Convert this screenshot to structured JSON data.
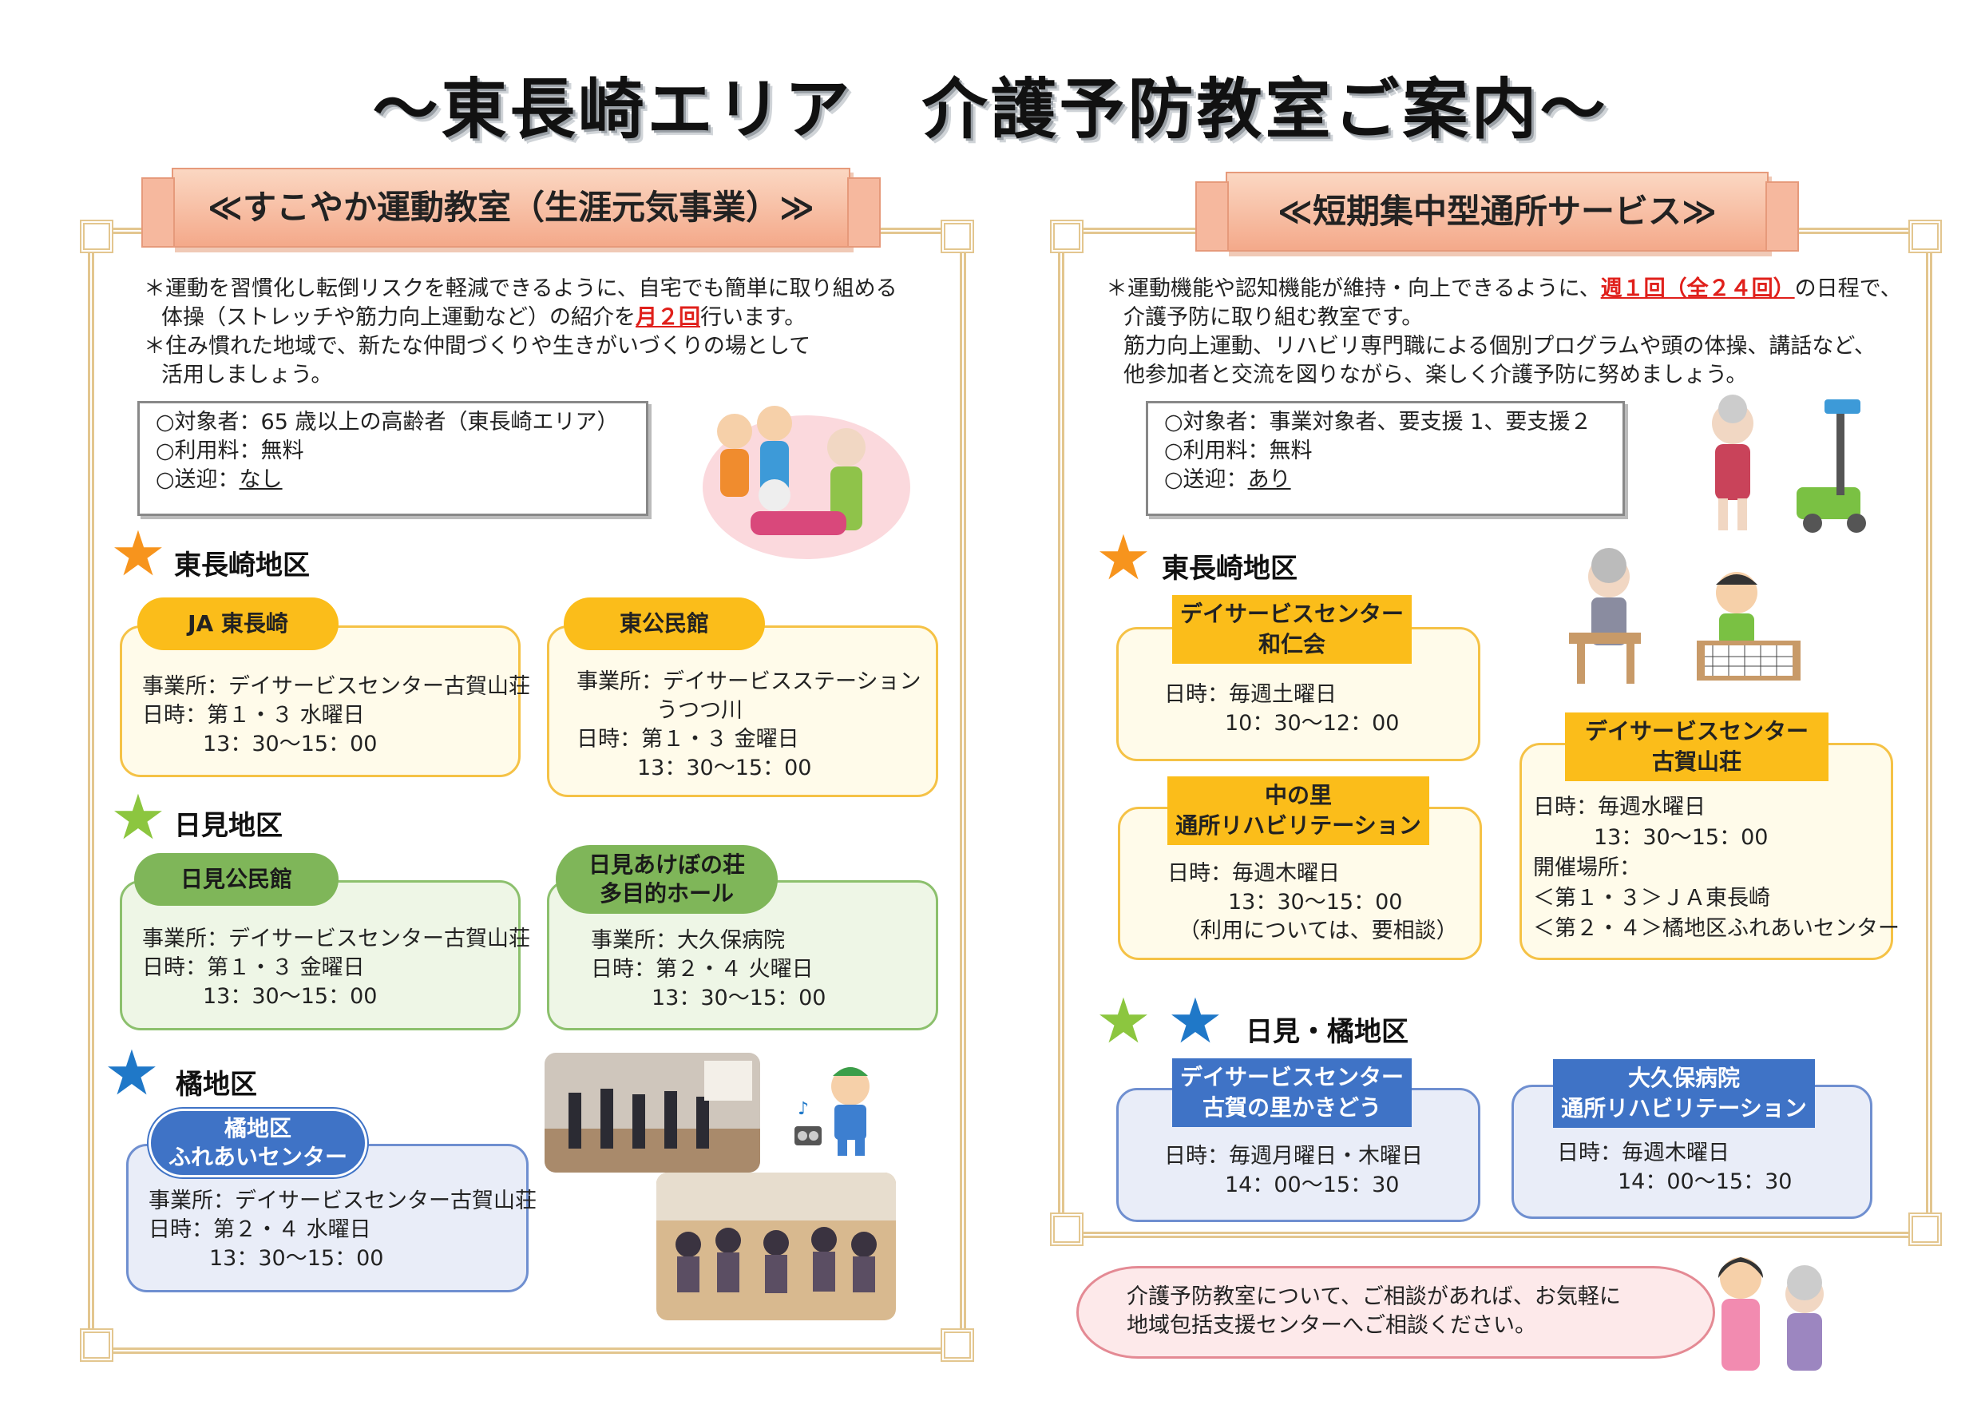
{
  "title": "〜東長崎エリア　介護予防教室ご案内〜",
  "left": {
    "header": "≪すこやか運動教室（生涯元気事業）≫",
    "intro": [
      "＊運動を習慣化し転倒リスクを軽減できるように、自宅でも簡単に取り組める",
      "体操（ストレッチや筋力向上運動など）の紹介を",
      "月２回",
      "行います。",
      "＊住み慣れた地域で、新たな仲間づくりや生きがいづくりの場として",
      "活用しましょう。"
    ],
    "info": {
      "target": "○対象者：65 歳以上の高齢者（東長崎エリア）",
      "fee": "○利用料：無料",
      "transport_label": "○送迎：",
      "transport_value": "なし"
    },
    "districts": {
      "higashi": "東長崎地区",
      "himi": "日見地区",
      "tachibana": "橘地区"
    },
    "cards": {
      "ja": {
        "name": "JA 東長崎",
        "office": "事業所：デイサービスセンター古賀山荘",
        "date": "日時：第１・３ 水曜日",
        "time": "13：30〜15：00"
      },
      "higashi_kominkan": {
        "name": "東公民館",
        "office": "事業所：デイサービスステーション",
        "office2": "うつつ川",
        "date": "日時：第１・３ 金曜日",
        "time": "13：30〜15：00"
      },
      "himi_kominkan": {
        "name": "日見公民館",
        "office": "事業所：デイサービスセンター古賀山荘",
        "date": "日時：第１・３ 金曜日",
        "time": "13：30〜15：00"
      },
      "akebono": {
        "name1": "日見あけぼの荘",
        "name2": "多目的ホール",
        "office": "事業所：大久保病院",
        "date": "日時：第２・４ 火曜日",
        "time": "13：30〜15：00"
      },
      "tachibana_fureai": {
        "name1": "橘地区",
        "name2": "ふれあいセンター",
        "office": "事業所：デイサービスセンター古賀山荘",
        "date": "日時：第２・４ 水曜日",
        "time": "13：30〜15：00"
      }
    }
  },
  "right": {
    "header": "≪短期集中型通所サービス≫",
    "intro": [
      "＊運動機能や認知機能が維持・向上できるように、",
      "週１回（全２４回）",
      "の日程で、",
      "介護予防に取り組む教室です。",
      "筋力向上運動、リハビリ専門職による個別プログラムや頭の体操、講話など、",
      "他参加者と交流を図りながら、楽しく介護予防に努めましょう。"
    ],
    "info": {
      "target": "○対象者：事業対象者、要支援 1、要支援２",
      "fee": "○利用料：無料",
      "transport_label": "○送迎：",
      "transport_value": "あり"
    },
    "districts": {
      "higashi": "東長崎地区",
      "himi_tachibana": "日見・橘地区"
    },
    "cards": {
      "wajinkai": {
        "name1": "デイサービスセンター",
        "name2": "和仁会",
        "date": "日時：毎週土曜日",
        "time": "10：30〜12：00"
      },
      "nakanosato": {
        "name1": "中の里",
        "name2": "通所リハビリテーション",
        "date": "日時：毎週木曜日",
        "time": "13：30〜15：00",
        "note": "（利用については、要相談）"
      },
      "kogasanso": {
        "name1": "デイサービスセンター",
        "name2": "古賀山荘",
        "date": "日時：毎週水曜日",
        "time": "13：30〜15：00",
        "venue": "開催場所：",
        "venue1": "＜第１・３＞ＪＡ東長崎",
        "venue2": "＜第２・４＞橘地区ふれあいセンター"
      },
      "kaki": {
        "name1": "デイサービスセンター",
        "name2": "古賀の里かきどう",
        "date": "日時：毎週月曜日・木曜日",
        "time": "14：00〜15：30"
      },
      "okubo": {
        "name1": "大久保病院",
        "name2": "通所リハビリテーション",
        "date": "日時：毎週木曜日",
        "time": "14：00〜15：30"
      }
    }
  },
  "footer": {
    "line1": "介護予防教室について、ご相談があれば、お気軽に",
    "line2": "地域包括支援センターへご相談ください。"
  },
  "icons": {
    "star_orange": "#f7941d",
    "star_green": "#8cc63f",
    "star_blue": "#1f78c8"
  }
}
